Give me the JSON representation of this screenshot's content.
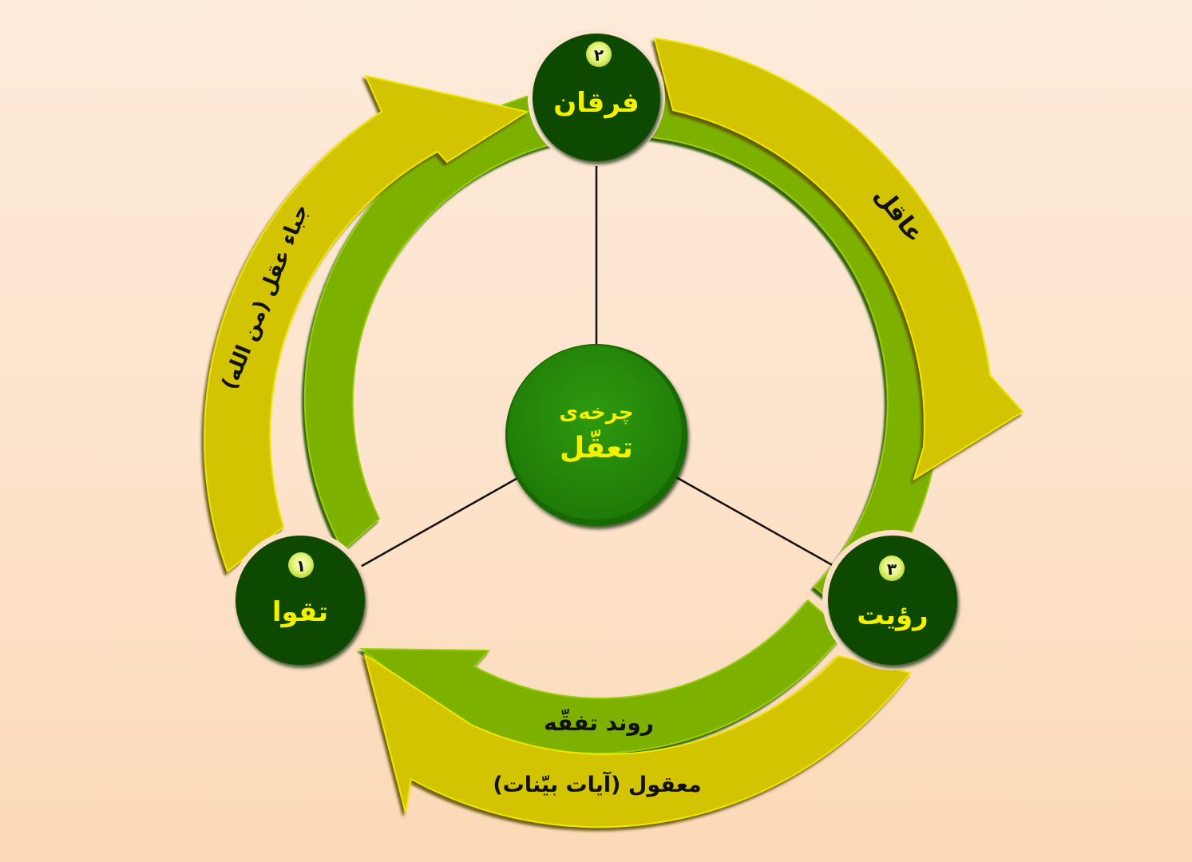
{
  "diagram": {
    "title": "چرخه‌ی تعقّل",
    "center": {
      "line1": "چرخه‌ی",
      "line2": "تعقّل"
    },
    "nodes": [
      {
        "number": "۱",
        "label": "تقوا"
      },
      {
        "number": "۲",
        "label": "فرقان"
      },
      {
        "number": "۳",
        "label": "رؤیت"
      }
    ],
    "arrows": {
      "left_outer": "جباء عقل (من الله)",
      "right_outer": "عاقل",
      "bottom_outer": "معقول (آیات بیّنات)",
      "bottom_inner": "روند تفقّه"
    },
    "colors": {
      "background_top": "#fdebda",
      "background_bottom": "#fcd9b6",
      "outer_arrow": "#d2c400",
      "outer_arrow_highlight": "#f3ea00",
      "outer_arrow_shadow": "#7a6c00",
      "inner_ring": "#7db100",
      "inner_ring_shadow": "#2f6a00",
      "node_fill": "#0b4a06",
      "center_fill": "#2a8c0b",
      "text_yellow": "#f5f000"
    }
  }
}
